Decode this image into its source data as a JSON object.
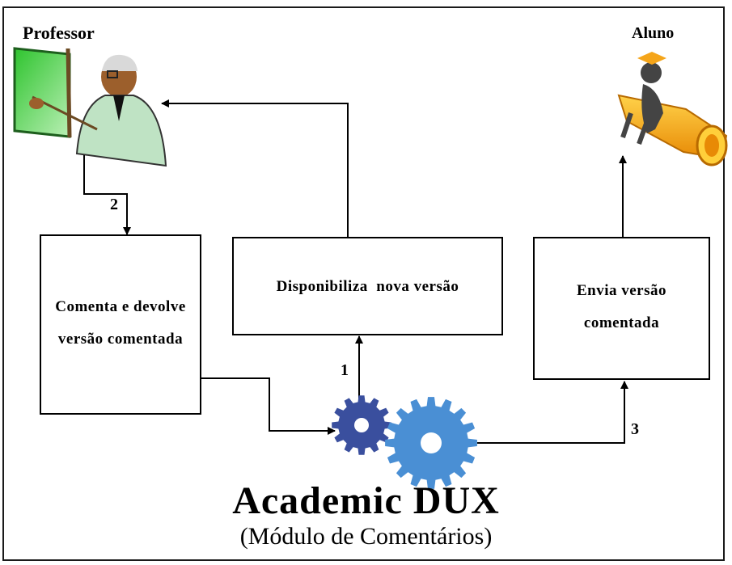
{
  "roles": {
    "professor": "Professor",
    "student": "Aluno"
  },
  "boxes": {
    "comment": "Comenta e devolve versão comentada",
    "publish": "Disponibiliza  nova versão",
    "send": "Envia versão comentada"
  },
  "steps": {
    "one": "1",
    "two": "2",
    "three": "3"
  },
  "system": {
    "name": "Academic DUX",
    "module": "(Módulo de Comentários)"
  },
  "colors": {
    "gear_dark": "#3a4f9e",
    "gear_light": "#4a8fd4",
    "board": "#3ecc3e",
    "trumpet": "#f5a51a"
  }
}
